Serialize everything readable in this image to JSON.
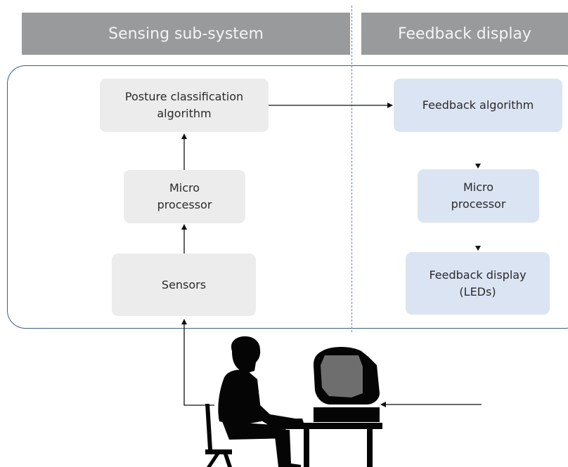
{
  "headers": {
    "left": "Sensing sub-system",
    "right": "Feedback display"
  },
  "boxes": {
    "posture": "Posture classification\nalgorithm",
    "micro_left": "Micro\nprocessor",
    "sensors": "Sensors",
    "feedback_algorithm": "Feedback algorithm",
    "micro_right": "Micro\nprocessor",
    "feedback_display": "Feedback display\n(LEDs)"
  },
  "colors": {
    "header_bg": "#999a9c",
    "sensing_box": "#ececec",
    "feedback_box": "#dbe4f3",
    "frame": "#3f5d86",
    "divider": "#5a88b8"
  },
  "icons": {
    "user_silhouette": "person-at-computer-icon"
  }
}
